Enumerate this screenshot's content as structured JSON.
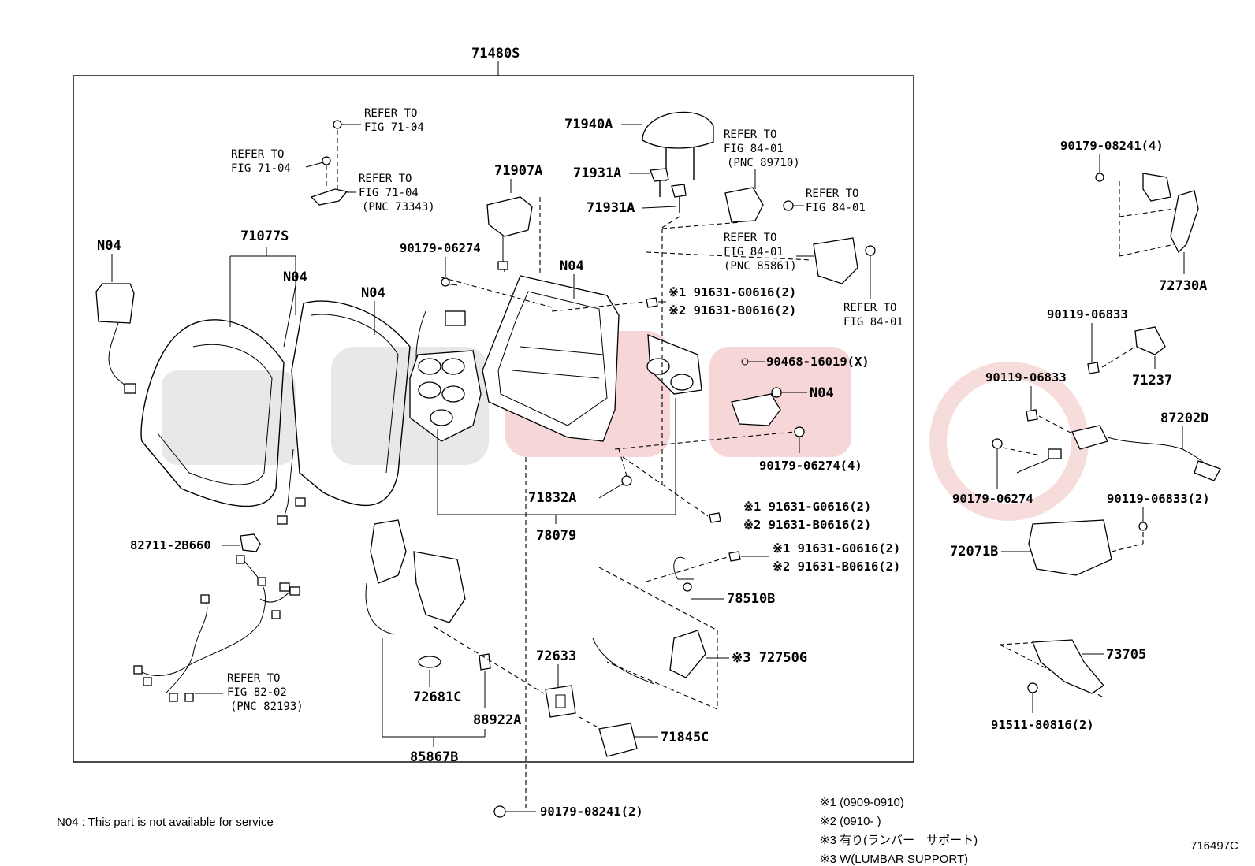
{
  "diagram": {
    "figure_code": "716497C",
    "assembly_label": "71480S",
    "footnote_n04": "N04 : This part is not available for service",
    "legend": [
      "※1 (0909-0910)",
      "※2 (0910-        )",
      "※3 有り(ランバー　サポート)",
      "※3  W(LUMBAR SUPPORT)"
    ],
    "labels": {
      "p71940A": "71940A",
      "p71907A": "71907A",
      "p71931A_1": "71931A",
      "p71931A_2": "71931A",
      "p71077S": "71077S",
      "n04_1": "N04",
      "n04_2": "N04",
      "n04_3": "N04",
      "n04_4": "N04",
      "n04_5": "N04",
      "p90179_06274_a": "90179-06274",
      "p91631_g0616_1": "※1 91631-G0616(2)",
      "p91631_b0616_1": "※2 91631-B0616(2)",
      "p90468": "90468-16019(X)",
      "p90179_06274_4": "90179-06274(4)",
      "p71832A": "71832A",
      "p91631_g0616_2": "※1 91631-G0616(2)",
      "p91631_b0616_2": "※2 91631-B0616(2)",
      "p78079": "78079",
      "p91631_g0616_3": "※1 91631-G0616(2)",
      "p91631_b0616_3": "※2 91631-B0616(2)",
      "p78510B": "78510B",
      "p82711": "82711-2B660",
      "p72633": "72633",
      "p72750G": "※3 72750G",
      "p72681C": "72681C",
      "p88922A": "88922A",
      "p71845C": "71845C",
      "p85867B": "85867B",
      "p90179_08241_2": "90179-08241(2)",
      "p90179_08241_4": "90179-08241(4)",
      "p72730A": "72730A",
      "p90119_06833_a": "90119-06833",
      "p71237": "71237",
      "p90119_06833_b": "90119-06833",
      "p87202D": "87202D",
      "p90179_06274_b": "90179-06274",
      "p90119_06833_2": "90119-06833(2)",
      "p72071B": "72071B",
      "p73705": "73705",
      "p91511": "91511-80816(2)"
    },
    "refer_blocks": {
      "r1": [
        "REFER TO",
        "FIG 71-04"
      ],
      "r2": [
        "REFER TO",
        "FIG 71-04"
      ],
      "r3": [
        "REFER TO",
        "FIG 71-04",
        "(PNC 73343)"
      ],
      "r4": [
        "REFER TO",
        "FIG 84-01",
        "(PNC 89710)"
      ],
      "r5": [
        "REFER TO",
        "FIG 84-01"
      ],
      "r6": [
        "REFER TO",
        "FIG 84-01",
        "(PNC 85861)"
      ],
      "r7": [
        "REFER TO",
        "FIG 84-01"
      ],
      "r8": [
        "REFER TO",
        "FIG 82-02",
        "(PNC 82193)"
      ]
    }
  }
}
